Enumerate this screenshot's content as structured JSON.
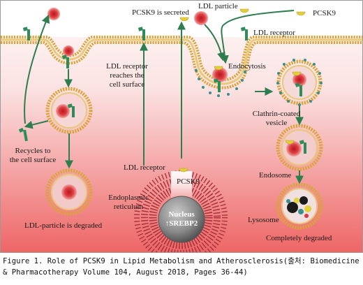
{
  "labels": {
    "pcsk9_secreted": "PCSK9 is secreted",
    "ldl_particle": "LDL particle",
    "pcsk9_top": "PCSK9",
    "ldl_receptor_top": "LDL receptor",
    "ldl_receptor_reaches_1": "LDL receptor",
    "ldl_receptor_reaches_2": "reaches the",
    "ldl_receptor_reaches_3": "cell surface",
    "endocytosis": "Endocytosis",
    "clathrin_1": "Clathrin-coated",
    "clathrin_2": "vesicle",
    "recycles_1": "Recycles to",
    "recycles_2": "the cell surface",
    "ldl_receptor_er": "LDL receptor",
    "pcsk9_er": "PCSK9",
    "endosome": "Endosome",
    "er_1": "Endoplasmic",
    "er_2": "reticulum",
    "nucleus": "Nucleus",
    "srebp2": "↑SREBP2",
    "lysosome": "Lysosome",
    "ldl_degraded": "LDL-particle is degraded",
    "completely_degraded": "Completely degraded"
  },
  "caption": {
    "line1": "Figure 1. Role of PCSK9 in Lipid Metabolism and Atherosclerosis(출처: Biomedicine",
    "line2": "& Pharmacotherapy Volume 104, August 2018, Pages 36-44)"
  },
  "colors": {
    "ldl": "#d8383c",
    "pcsk9": "#e2cf3a",
    "receptor": "#2e8b5a",
    "membrane_head": "#d9a43a",
    "arrow": "#2e7d4f",
    "bg_top": "#fdf1f1",
    "bg_bottom": "#ee6b6b"
  }
}
